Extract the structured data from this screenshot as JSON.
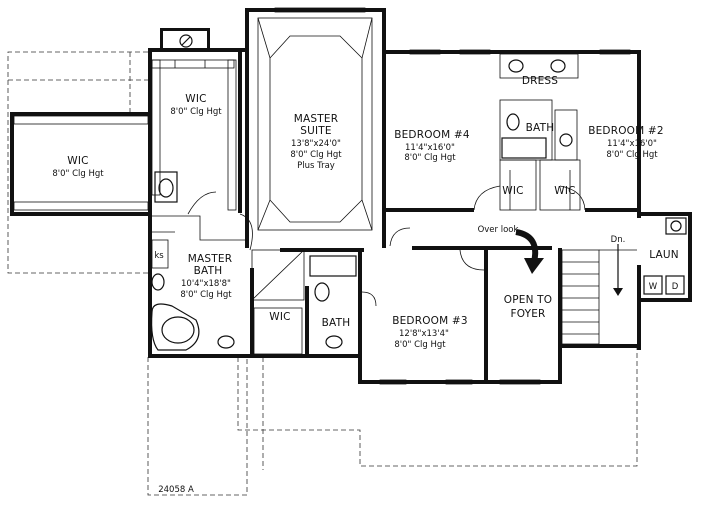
{
  "rooms": {
    "wic_upper": {
      "name": "WIC",
      "ceiling": "8'0\" Clg Hgt"
    },
    "wic_left": {
      "name": "WIC",
      "ceiling": "8'0\" Clg Hgt"
    },
    "master_suite": {
      "name_line1": "MASTER",
      "name_line2": "SUITE",
      "size": "13'8\"x24'0\"",
      "ceiling": "8'0\" Clg Hgt",
      "note": "Plus Tray"
    },
    "bedroom4": {
      "name": "BEDROOM #4",
      "size": "11'4\"x16'0\"",
      "ceiling": "8'0\" Clg Hgt"
    },
    "bedroom2": {
      "name": "BEDROOM #2",
      "size": "11'4\"x16'0\"",
      "ceiling": "8'0\" Clg Hgt"
    },
    "dress": {
      "name": "DRESS"
    },
    "bath_upper": {
      "name": "BATH"
    },
    "wic_b4": {
      "name": "WIC"
    },
    "wic_b2": {
      "name": "WIC"
    },
    "master_bath": {
      "name_line1": "MASTER",
      "name_line2": "BATH",
      "size": "10'4\"x18'8\"",
      "ceiling": "8'0\" Clg Hgt"
    },
    "ks": {
      "name": "ks"
    },
    "wic_bath": {
      "name": "WIC"
    },
    "bath_lower": {
      "name": "BATH"
    },
    "bedroom3": {
      "name": "BEDROOM #3",
      "size": "12'8\"x13'4\"",
      "ceiling": "8'0\" Clg Hgt"
    },
    "open_foyer": {
      "name_line1": "OPEN TO",
      "name_line2": "FOYER"
    },
    "laun": {
      "name": "LAUN"
    }
  },
  "annotations": {
    "overlook": "Over look",
    "stairs_dn": "Dn.",
    "washer": "W",
    "dryer": "D",
    "plan_number": "24058 A"
  }
}
